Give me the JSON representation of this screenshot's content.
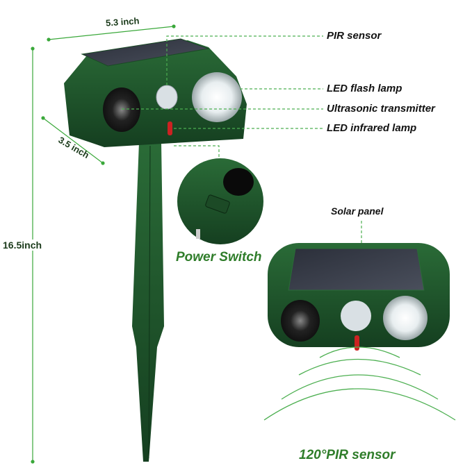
{
  "dimensions": {
    "width": "5.3 inch",
    "depth": "3.5 inch",
    "height": "16.5inch"
  },
  "callouts": {
    "pir_sensor": "PIR sensor",
    "led_flash_lamp": "LED flash lamp",
    "ultrasonic_transmitter": "Ultrasonic transmitter",
    "led_infrared_lamp": "LED infrared lamp",
    "solar_panel": "Solar panel",
    "power_switch": "Power Switch",
    "pir_range": "120°PIR sensor"
  },
  "colors": {
    "body": "#1f5a2c",
    "accent_green": "#2f7d2a",
    "line_green": "#4caf50"
  }
}
